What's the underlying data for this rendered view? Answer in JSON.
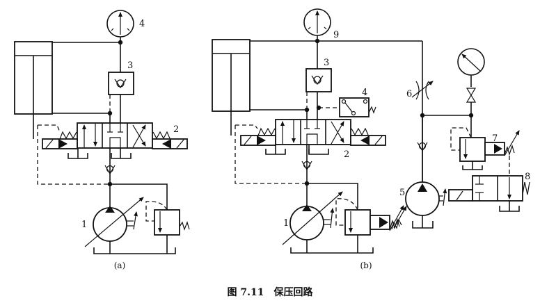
{
  "figure": {
    "caption": "图 7.11　保压回路",
    "colors": {
      "line": "#111111",
      "background": "#ffffff"
    }
  },
  "circuit_a": {
    "sublabel": "(a)",
    "components": [
      {
        "id": "1",
        "label": "1",
        "name": "variable-displacement-pump"
      },
      {
        "id": "2",
        "label": "2",
        "name": "three-position-four-way-solenoid-valve"
      },
      {
        "id": "3",
        "label": "3",
        "name": "pilot-operated-check-valve"
      },
      {
        "id": "4",
        "label": "4",
        "name": "pressure-gauge"
      }
    ]
  },
  "circuit_b": {
    "sublabel": "(b)",
    "components": [
      {
        "id": "1",
        "label": "1",
        "name": "variable-displacement-pump"
      },
      {
        "id": "2",
        "label": "2",
        "name": "three-position-four-way-solenoid-valve"
      },
      {
        "id": "3",
        "label": "3",
        "name": "pilot-operated-check-valve"
      },
      {
        "id": "4",
        "label": "4",
        "name": "pressure-switch"
      },
      {
        "id": "5",
        "label": "5",
        "name": "auxiliary-pump"
      },
      {
        "id": "6",
        "label": "6",
        "name": "throttle-valve"
      },
      {
        "id": "7",
        "label": "7",
        "name": "relief-valve"
      },
      {
        "id": "8",
        "label": "8",
        "name": "two-position-two-way-solenoid-valve"
      },
      {
        "id": "9",
        "label": "9",
        "name": "pressure-gauge"
      }
    ]
  }
}
